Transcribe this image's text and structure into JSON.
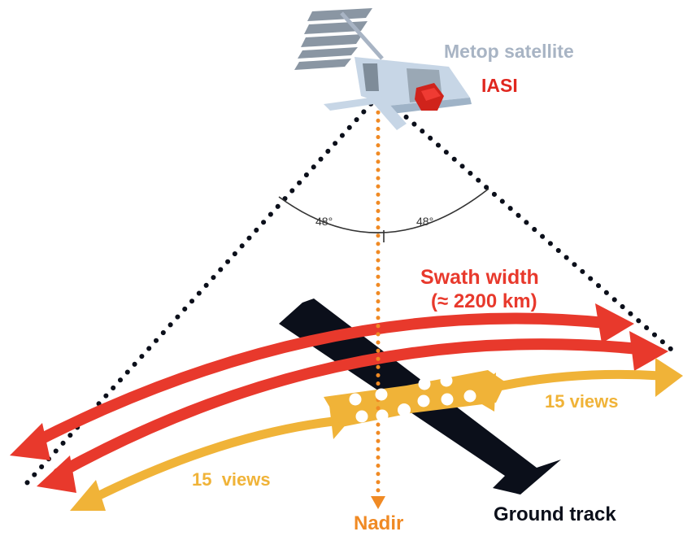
{
  "labels": {
    "satellite": "Metop satellite",
    "instrument": "IASI",
    "angle_left": "48°",
    "angle_right": "48°",
    "swath_title": "Swath width",
    "swath_value": "(≈ 2200 km)",
    "views_right": "15 views",
    "views_left": "15  views",
    "nadir": "Nadir",
    "ground_track": "Ground track"
  },
  "colors": {
    "satellite_label": "#a8b4c4",
    "instrument": "#e0271f",
    "swath": "#e8392c",
    "views": "#f0b338",
    "nadir": "#f08a24",
    "ground_track": "#0b0f1a",
    "scan_edges": "#0b0f1a",
    "angle_arc": "#333333"
  },
  "icons": [
    "satellite-icon",
    "iasi-instrument-icon"
  ]
}
